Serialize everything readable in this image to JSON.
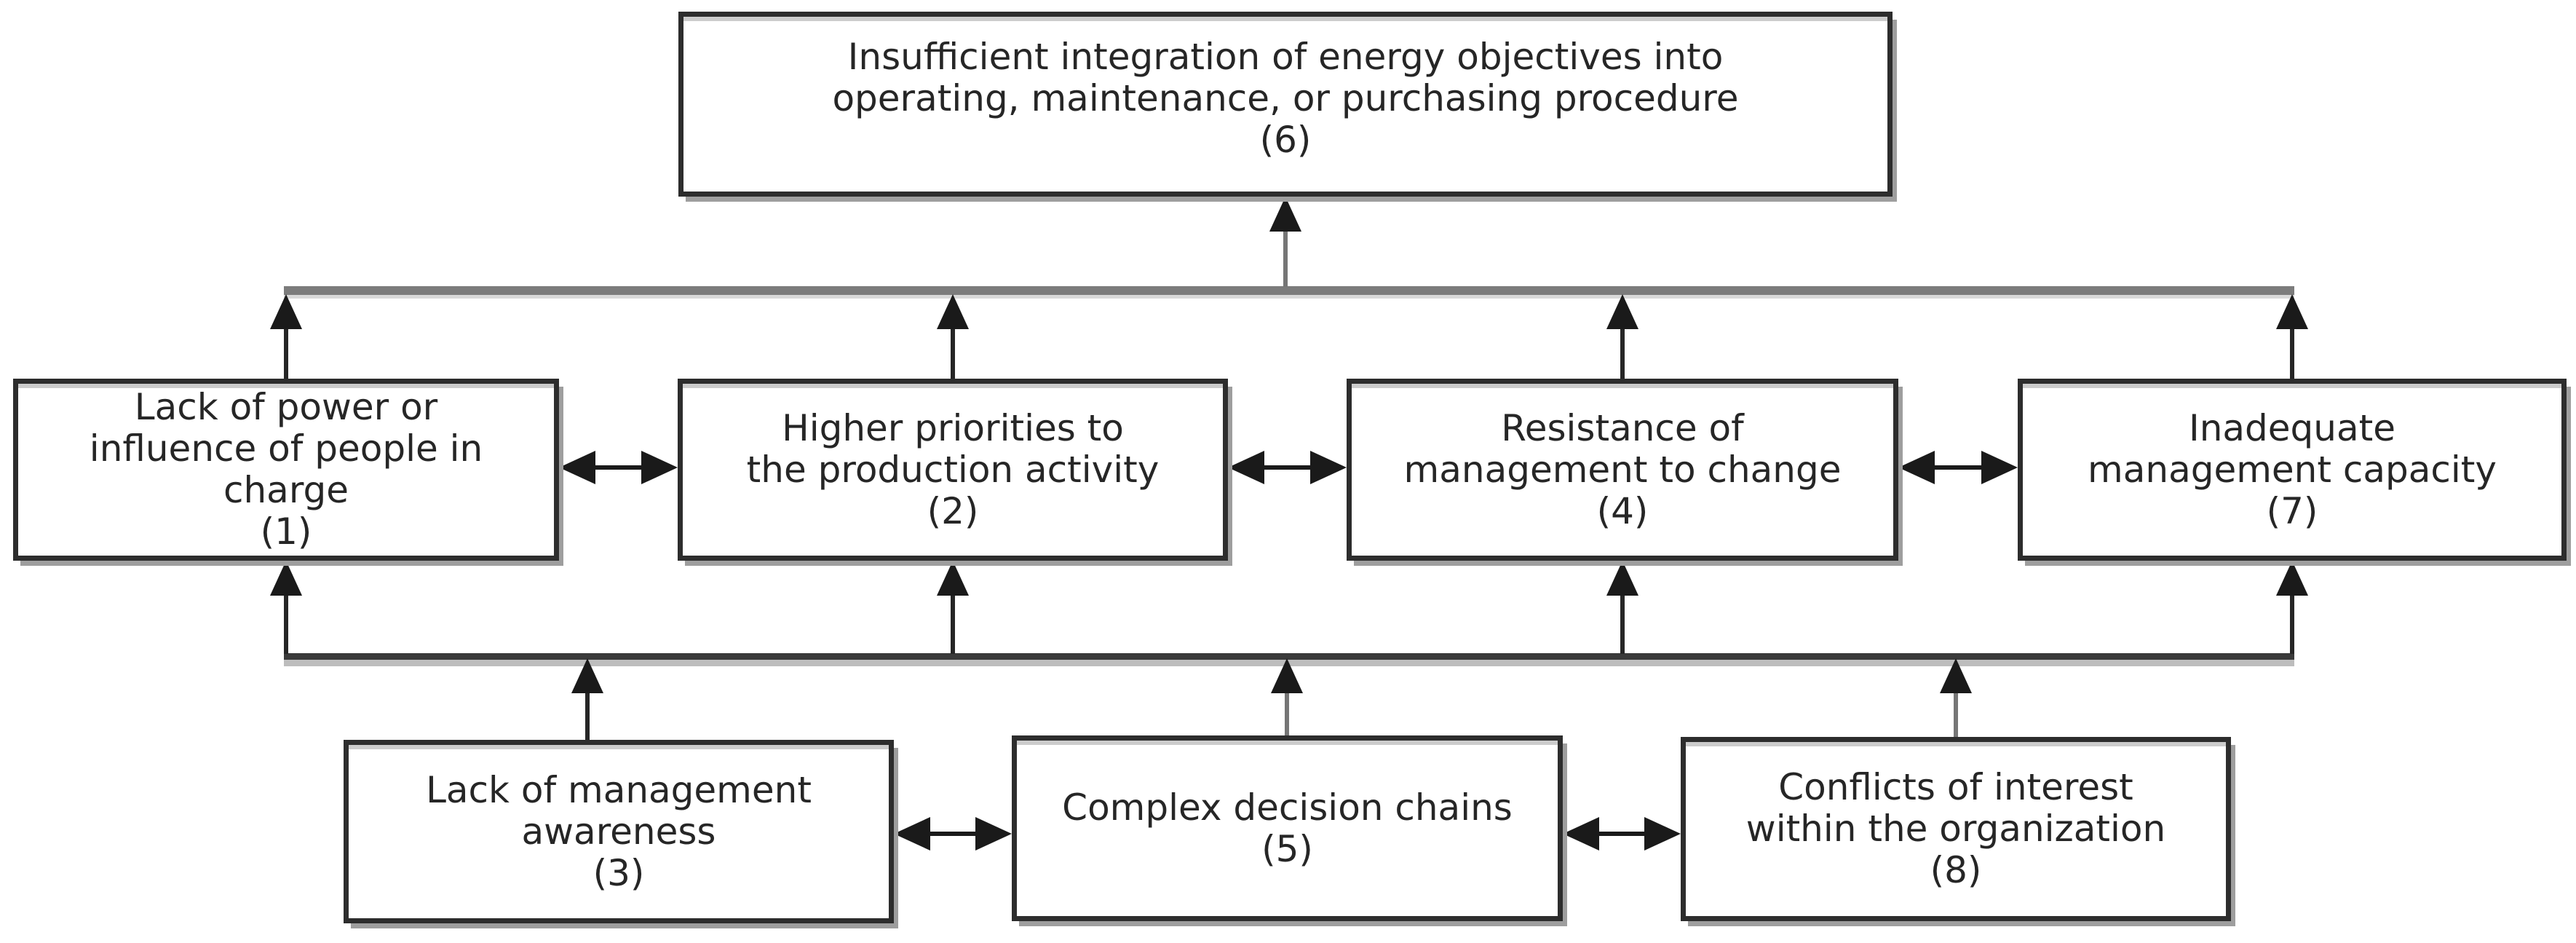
{
  "diagram": {
    "background": "#ffffff",
    "nodes": {
      "n6": {
        "id_label": "(6)",
        "lines": [
          "Insufficient integration of energy objectives into",
          "operating, maintenance, or purchasing procedure"
        ]
      },
      "n1": {
        "id_label": "(1)",
        "lines": [
          "Lack of power or",
          "influence of people in",
          "charge"
        ]
      },
      "n2": {
        "id_label": "(2)",
        "lines": [
          "Higher priorities to",
          "the production activity"
        ]
      },
      "n4": {
        "id_label": "(4)",
        "lines": [
          "Resistance of",
          "management to change"
        ]
      },
      "n7": {
        "id_label": "(7)",
        "lines": [
          "Inadequate",
          "management capacity"
        ]
      },
      "n3": {
        "id_label": "(3)",
        "lines": [
          "Lack of management",
          "awareness"
        ]
      },
      "n5": {
        "id_label": "(5)",
        "lines": [
          "Complex decision chains"
        ]
      },
      "n8": {
        "id_label": "(8)",
        "lines": [
          "Conflicts of interest",
          "within the organization"
        ]
      }
    },
    "edges": [
      {
        "from": [
          "1",
          "2",
          "4",
          "7"
        ],
        "to": "6",
        "type": "upward-merge-bus"
      },
      {
        "from": [
          "3",
          "5",
          "8"
        ],
        "to": [
          "1",
          "2",
          "4",
          "7"
        ],
        "type": "upward-merge-bus"
      },
      {
        "between": [
          "1",
          "2"
        ],
        "type": "bidirectional"
      },
      {
        "between": [
          "2",
          "4"
        ],
        "type": "bidirectional"
      },
      {
        "between": [
          "4",
          "7"
        ],
        "type": "bidirectional"
      },
      {
        "between": [
          "3",
          "5"
        ],
        "type": "bidirectional"
      },
      {
        "between": [
          "5",
          "8"
        ],
        "type": "bidirectional"
      }
    ],
    "colors": {
      "box_border": "#2d2d2d",
      "box_fill": "#ffffff",
      "text": "#262626",
      "upper_bus": "#7c7c7c",
      "lower_bus": "#3a3a3a",
      "arrow": "#1a1a1a",
      "shadow": "#9e9e9e"
    }
  }
}
